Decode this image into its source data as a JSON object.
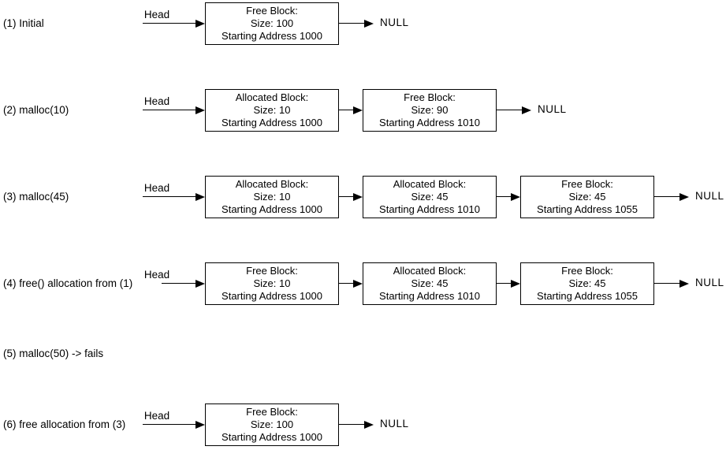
{
  "diagram": {
    "head_label": "Head",
    "null_label": "NULL",
    "colors": {
      "background": "#ffffff",
      "stroke": "#000000",
      "text": "#000000"
    },
    "rows": [
      {
        "label": "(1) Initial",
        "has_head": true,
        "has_null": true,
        "nodes": [
          {
            "type": "free",
            "lines": [
              "Free Block:",
              "Size: 100",
              "Starting Address 1000"
            ]
          }
        ]
      },
      {
        "label": "(2) malloc(10)",
        "has_head": true,
        "has_null": true,
        "nodes": [
          {
            "type": "allocated",
            "lines": [
              "Allocated Block:",
              "Size: 10",
              "Starting Address 1000"
            ]
          },
          {
            "type": "free",
            "lines": [
              "Free Block:",
              "Size: 90",
              "Starting Address 1010"
            ]
          }
        ]
      },
      {
        "label": "(3) malloc(45)",
        "has_head": true,
        "has_null": true,
        "nodes": [
          {
            "type": "allocated",
            "lines": [
              "Allocated Block:",
              "Size: 10",
              "Starting Address 1000"
            ]
          },
          {
            "type": "allocated",
            "lines": [
              "Allocated Block:",
              "Size: 45",
              "Starting Address 1010"
            ]
          },
          {
            "type": "free",
            "lines": [
              "Free Block:",
              "Size: 45",
              "Starting Address 1055"
            ]
          }
        ]
      },
      {
        "label": "(4) free() allocation from (1)",
        "has_head": true,
        "has_null": true,
        "nodes": [
          {
            "type": "free",
            "lines": [
              "Free Block:",
              "Size: 10",
              "Starting Address 1000"
            ]
          },
          {
            "type": "allocated",
            "lines": [
              "Allocated Block:",
              "Size: 45",
              "Starting Address 1010"
            ]
          },
          {
            "type": "free",
            "lines": [
              "Free Block:",
              "Size: 45",
              "Starting Address 1055"
            ]
          }
        ]
      },
      {
        "label": "(5) malloc(50) -> fails",
        "has_head": false,
        "has_null": false,
        "nodes": []
      },
      {
        "label": "(6) free allocation from (3)",
        "has_head": true,
        "has_null": true,
        "nodes": [
          {
            "type": "free",
            "lines": [
              "Free Block:",
              "Size: 100",
              "Starting Address 1000"
            ]
          }
        ]
      }
    ]
  }
}
